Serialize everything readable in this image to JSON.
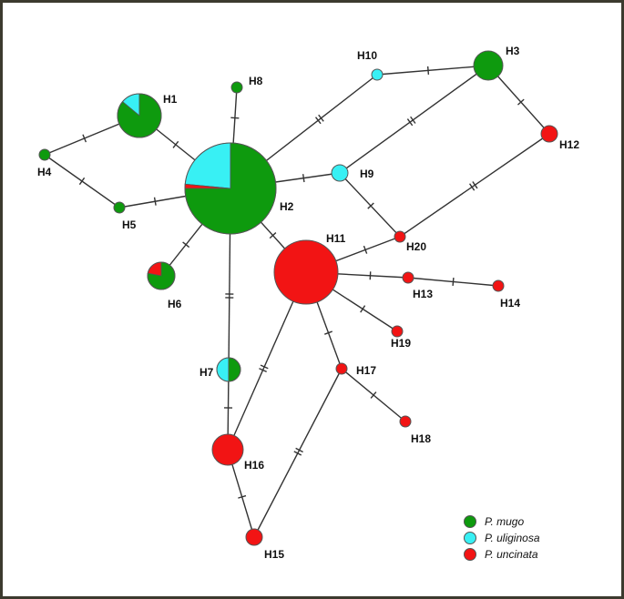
{
  "colors": {
    "P. mugo": "#0e9a0e",
    "P. uliginosa": "#38f0f4",
    "P. uncinata": "#f21414",
    "edge": "#333333",
    "node_stroke": "#555555"
  },
  "legend": [
    {
      "label": "P. mugo",
      "color": "#0e9a0e"
    },
    {
      "label": "P. uliginosa",
      "color": "#38f0f4"
    },
    {
      "label": "P. uncinata",
      "color": "#f21414"
    }
  ],
  "haplotypes": [
    {
      "id": "H1",
      "label": "H1",
      "composition": {
        "P. mugo": 0.86,
        "P. uliginosa": 0.14
      }
    },
    {
      "id": "H2",
      "label": "H2",
      "composition": {
        "P. mugo": 0.75,
        "P. uliginosa": 0.235,
        "P. uncinata": 0.015
      }
    },
    {
      "id": "H3",
      "label": "H3",
      "composition": {
        "P. mugo": 1
      }
    },
    {
      "id": "H4",
      "label": "H4",
      "composition": {
        "P. mugo": 1
      }
    },
    {
      "id": "H5",
      "label": "H5",
      "composition": {
        "P. mugo": 1
      }
    },
    {
      "id": "H6",
      "label": "H6",
      "composition": {
        "P. mugo": 0.78,
        "P. uncinata": 0.22
      }
    },
    {
      "id": "H7",
      "label": "H7",
      "composition": {
        "P. mugo": 0.5,
        "P. uliginosa": 0.5
      }
    },
    {
      "id": "H8",
      "label": "H8",
      "composition": {
        "P. mugo": 1
      }
    },
    {
      "id": "H9",
      "label": "H9",
      "composition": {
        "P. uliginosa": 1
      }
    },
    {
      "id": "H10",
      "label": "H10",
      "composition": {
        "P. uliginosa": 1
      }
    },
    {
      "id": "H11",
      "label": "H11",
      "composition": {
        "P. uncinata": 1
      }
    },
    {
      "id": "H12",
      "label": "H12",
      "composition": {
        "P. uncinata": 1
      }
    },
    {
      "id": "H13",
      "label": "H13",
      "composition": {
        "P. uncinata": 1
      }
    },
    {
      "id": "H14",
      "label": "H14",
      "composition": {
        "P. uncinata": 1
      }
    },
    {
      "id": "H15",
      "label": "H15",
      "composition": {
        "P. uncinata": 1
      }
    },
    {
      "id": "H16",
      "label": "H16",
      "composition": {
        "P. uncinata": 1
      }
    },
    {
      "id": "H17",
      "label": "H17",
      "composition": {
        "P. uncinata": 1
      }
    },
    {
      "id": "H18",
      "label": "H18",
      "composition": {
        "P. uncinata": 1
      }
    },
    {
      "id": "H19",
      "label": "H19",
      "composition": {
        "P. uncinata": 1
      }
    },
    {
      "id": "H20",
      "label": "H20",
      "composition": {
        "P. uncinata": 1
      }
    }
  ],
  "edges": [
    {
      "from": "H2",
      "to": "H1",
      "mutations": 1
    },
    {
      "from": "H1",
      "to": "H4",
      "mutations": 1
    },
    {
      "from": "H4",
      "to": "H5",
      "mutations": 1
    },
    {
      "from": "H5",
      "to": "H2",
      "mutations": 1
    },
    {
      "from": "H2",
      "to": "H8",
      "mutations": 1
    },
    {
      "from": "H2",
      "to": "H6",
      "mutations": 1
    },
    {
      "from": "H2",
      "to": "H7",
      "mutations": 2
    },
    {
      "from": "H2",
      "to": "H9",
      "mutations": 1
    },
    {
      "from": "H2",
      "to": "H10",
      "mutations": 2
    },
    {
      "from": "H2",
      "to": "H11",
      "mutations": 1
    },
    {
      "from": "H10",
      "to": "H3",
      "mutations": 1
    },
    {
      "from": "H3",
      "to": "H9",
      "mutations": 2
    },
    {
      "from": "H3",
      "to": "H12",
      "mutations": 1
    },
    {
      "from": "H12",
      "to": "H20",
      "mutations": 2
    },
    {
      "from": "H9",
      "to": "H20",
      "mutations": 1
    },
    {
      "from": "H11",
      "to": "H20",
      "mutations": 1
    },
    {
      "from": "H11",
      "to": "H13",
      "mutations": 1
    },
    {
      "from": "H13",
      "to": "H14",
      "mutations": 1
    },
    {
      "from": "H11",
      "to": "H19",
      "mutations": 1
    },
    {
      "from": "H11",
      "to": "H17",
      "mutations": 1
    },
    {
      "from": "H17",
      "to": "H18",
      "mutations": 1
    },
    {
      "from": "H17",
      "to": "H15",
      "mutations": 2
    },
    {
      "from": "H11",
      "to": "H16",
      "mutations": 2
    },
    {
      "from": "H7",
      "to": "H16",
      "mutations": 1
    },
    {
      "from": "H16",
      "to": "H15",
      "mutations": 1
    }
  ]
}
